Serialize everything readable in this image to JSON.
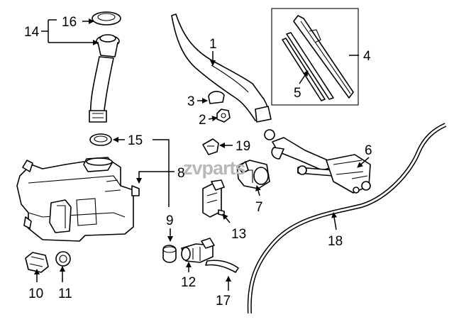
{
  "callouts": [
    {
      "id": "c1",
      "label": "1"
    },
    {
      "id": "c2",
      "label": "2"
    },
    {
      "id": "c3",
      "label": "3"
    },
    {
      "id": "c4",
      "label": "4"
    },
    {
      "id": "c5",
      "label": "5"
    },
    {
      "id": "c6",
      "label": "6"
    },
    {
      "id": "c7",
      "label": "7"
    },
    {
      "id": "c8",
      "label": "8"
    },
    {
      "id": "c9",
      "label": "9"
    },
    {
      "id": "c10",
      "label": "10"
    },
    {
      "id": "c11",
      "label": "11"
    },
    {
      "id": "c12",
      "label": "12"
    },
    {
      "id": "c13",
      "label": "13"
    },
    {
      "id": "c14",
      "label": "14"
    },
    {
      "id": "c15",
      "label": "15"
    },
    {
      "id": "c16",
      "label": "16"
    },
    {
      "id": "c17",
      "label": "17"
    },
    {
      "id": "c18",
      "label": "18"
    },
    {
      "id": "c19",
      "label": "19"
    }
  ],
  "watermark": {
    "text": "zvparts"
  }
}
